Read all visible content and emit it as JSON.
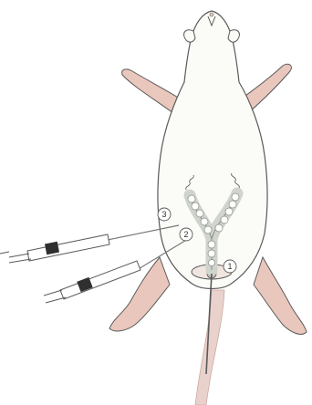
{
  "figure": {
    "subject": "rat-ventral-view-injection-diagram",
    "markers": [
      {
        "id": "1",
        "text": "1"
      },
      {
        "id": "2",
        "text": "2"
      },
      {
        "id": "3",
        "text": "3"
      }
    ]
  },
  "colors": {
    "outline": "#5a5a5a",
    "body_fill": "#fbfbf8",
    "paw_pink": "#eac7bd",
    "tail_pink": "#ead2cc",
    "organ_fill": "#dfe3dd",
    "syringe_gray": "#7a7a7a",
    "syringe_dark": "#2f2f2f"
  }
}
